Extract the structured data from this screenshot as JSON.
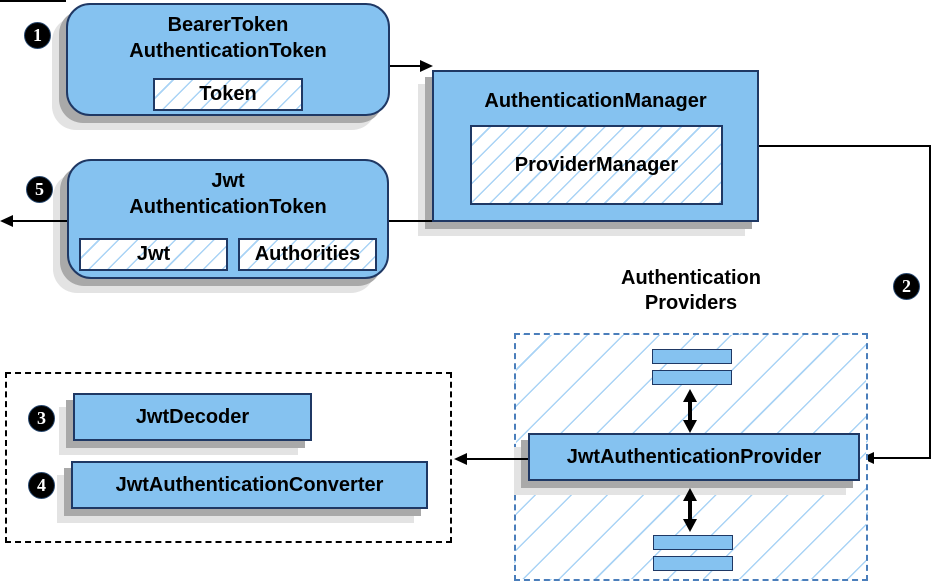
{
  "nodes": {
    "bearerToken": {
      "line1": "BearerToken",
      "line2": "AuthenticationToken",
      "field": "Token"
    },
    "authManager": {
      "title": "AuthenticationManager",
      "field": "ProviderManager"
    },
    "jwtToken": {
      "line1": "Jwt",
      "line2": "AuthenticationToken",
      "field1": "Jwt",
      "field2": "Authorities"
    },
    "jwtAuthProvider": {
      "title": "JwtAuthenticationProvider"
    },
    "jwtDecoder": {
      "title": "JwtDecoder"
    },
    "jwtAuthConverter": {
      "title": "JwtAuthenticationConverter"
    }
  },
  "labels": {
    "providersGroup": {
      "line1": "Authentication",
      "line2": "Providers"
    }
  },
  "badges": {
    "step1": "1",
    "step2": "2",
    "step3": "3",
    "step4": "4",
    "step5": "5"
  },
  "colors": {
    "nodeFill": "#85C2F0",
    "nodeBorder": "#1F3864",
    "hatchLine": "#A9D3F5",
    "providersGroupBorder": "#4A7EBB",
    "decoderGroupBorder": "#000000",
    "shadowDark": "#A9A9A9",
    "shadowLight": "#E3E3E3",
    "arrow": "#000000",
    "badgeBackground": "#000000",
    "badgeText": "#FFFFFF"
  }
}
